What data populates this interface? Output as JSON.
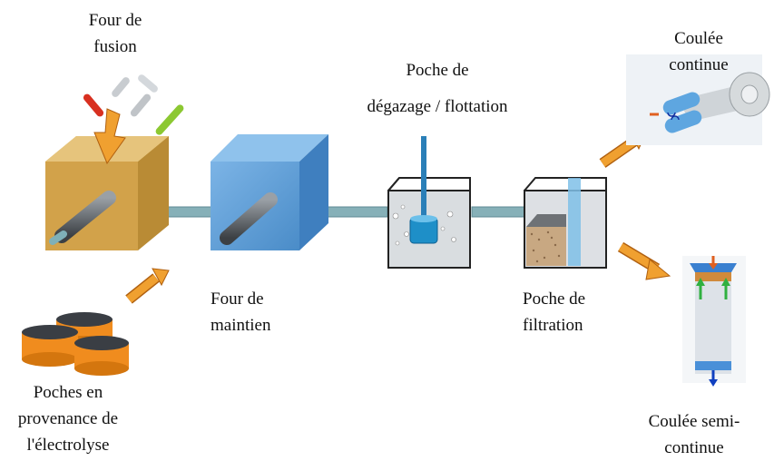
{
  "diagram": {
    "stages": {
      "melting_furnace": {
        "lines": [
          "Four de",
          "fusion"
        ]
      },
      "holding_furnace": {
        "lines": [
          "Four de",
          "maintien"
        ]
      },
      "degassing_ladle": {
        "lines": [
          "Poche de",
          "dégazage / flottation"
        ]
      },
      "filtration_ladle": {
        "lines": [
          "Poche de",
          "filtration"
        ]
      },
      "continuous_casting": {
        "lines": [
          "Coulée",
          "continue"
        ]
      },
      "semi_continuous_casting": {
        "lines": [
          "Coulée semi-",
          "continue"
        ]
      },
      "electrolysis_ladles": {
        "lines": [
          "Poches en",
          "provenance de",
          "l'électrolyse"
        ]
      }
    },
    "colors": {
      "melting_furnace": "#d6a64c",
      "holding_furnace": "#5b9bd5",
      "flow_arrow": "#f0a030",
      "pipe": "#7fa8b0",
      "ladle": "#f08c1e",
      "liquid": "#1e8fc8"
    }
  }
}
